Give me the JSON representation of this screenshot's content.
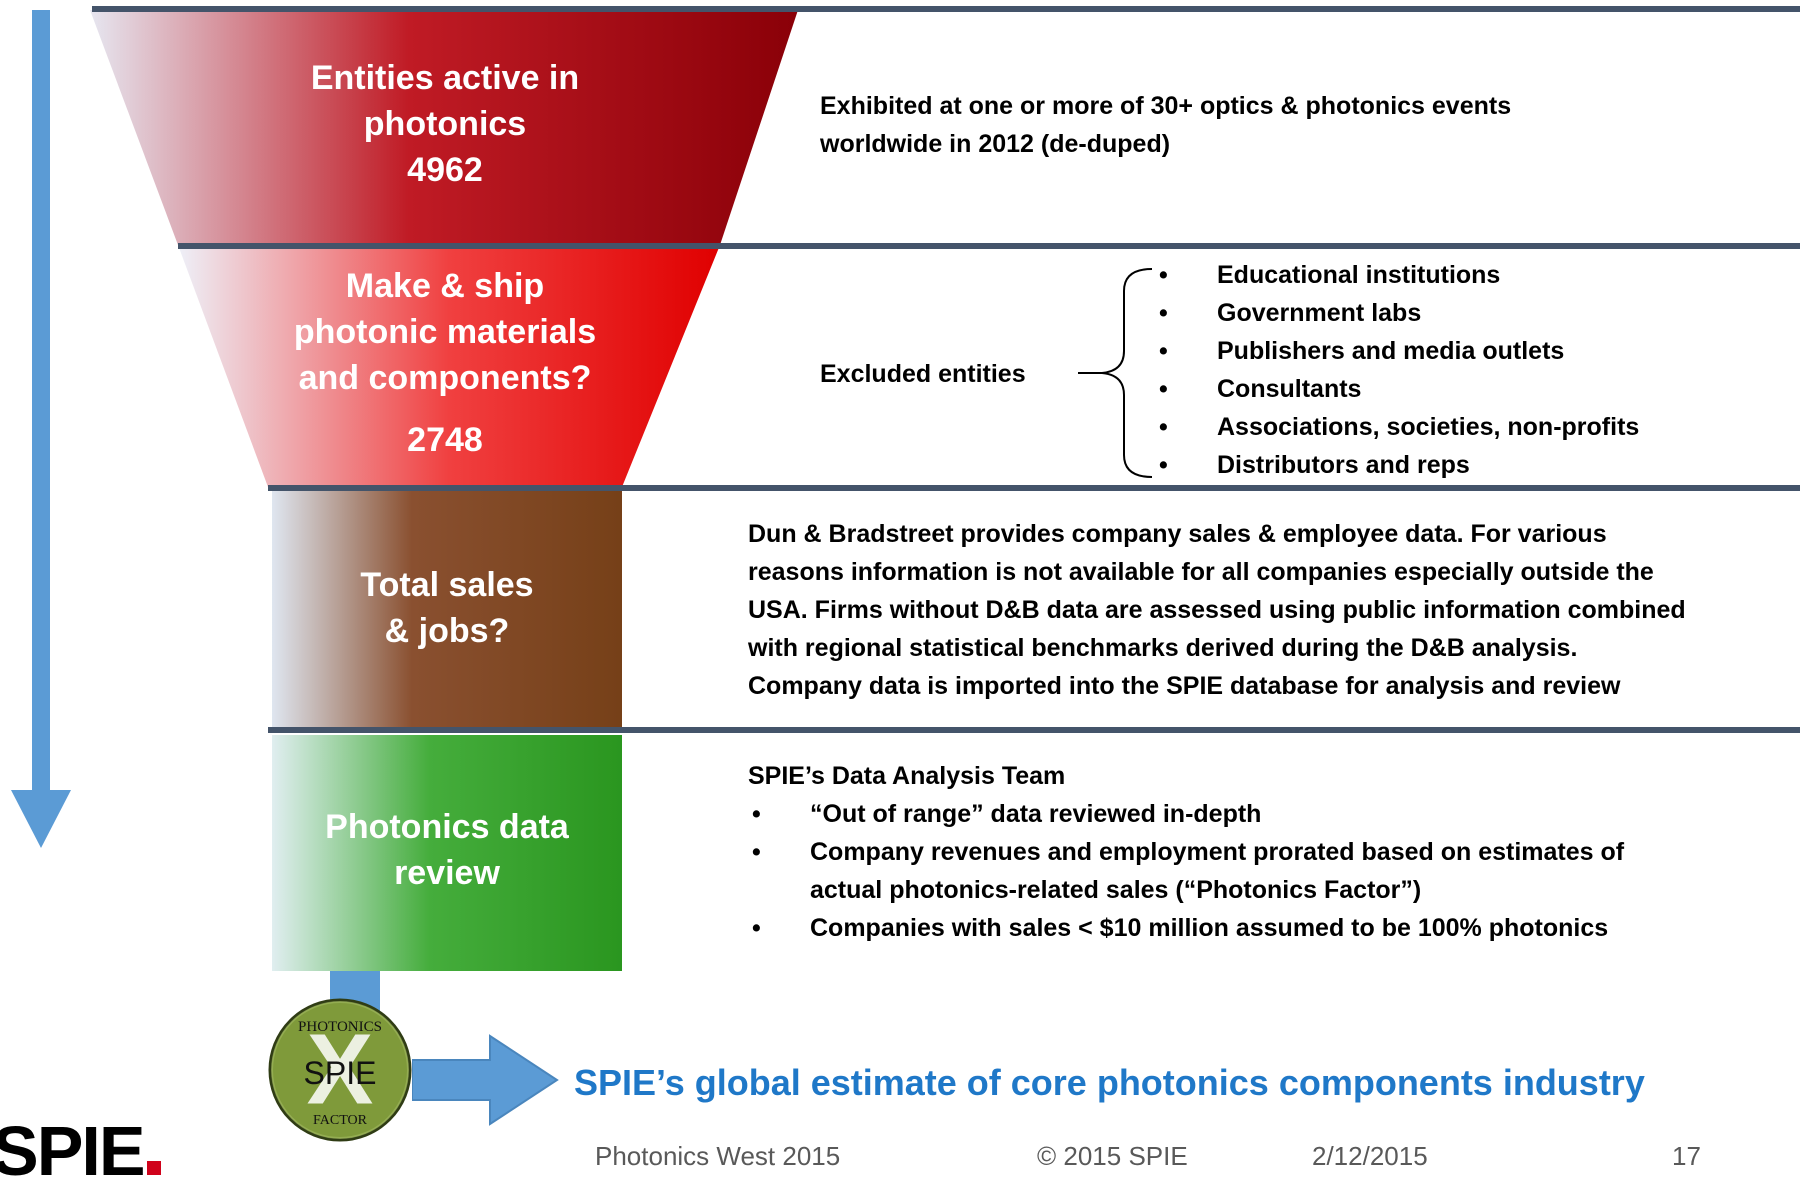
{
  "colors": {
    "separator": "#44546a",
    "arrow": "#5b9bd5",
    "stage1": "#a20a0f",
    "stage2": "#e50000",
    "stage3": "#7a4420",
    "stage4": "#2a9a22",
    "result_text": "#1f78c8",
    "badge": "#7f9a3a"
  },
  "funnel": {
    "stage1": {
      "line1": "Entities active in",
      "line2": "photonics",
      "count": "4962"
    },
    "stage2": {
      "line1": "Make & ship",
      "line2": "photonic materials",
      "line3": "and components?",
      "count": "2748"
    },
    "stage3": {
      "line1": "Total sales",
      "line2": "& jobs?"
    },
    "stage4": {
      "line1": "Photonics data",
      "line2": "review"
    }
  },
  "descriptions": {
    "stage1": {
      "line1": "Exhibited at one or more of 30+ optics & photonics events",
      "line2": "worldwide in 2012 (de-duped)"
    },
    "stage2": {
      "label": "Excluded entities",
      "items": [
        "Educational institutions",
        "Government labs",
        "Publishers and media outlets",
        "Consultants",
        "Associations, societies, non-profits",
        "Distributors and reps"
      ]
    },
    "stage3": {
      "lines": [
        "Dun & Bradstreet provides company sales & employee data. For various",
        "reasons information is not available for all companies especially outside the",
        "USA. Firms without D&B data are assessed using public information combined",
        "with regional statistical benchmarks derived during the D&B analysis.",
        "Company data is imported into the SPIE database for analysis and review"
      ]
    },
    "stage4": {
      "title": "SPIE’s Data Analysis Team",
      "item1": "“Out of range” data reviewed in-depth",
      "item2_line1": "Company revenues and employment prorated based on estimates of",
      "item2_line2": "actual photonics-related sales  (“Photonics Factor”)",
      "item3": "Companies with sales < $10 million assumed to be 100% photonics"
    }
  },
  "badge": {
    "top_text": "PHOTONICS",
    "letter": "X",
    "center_text": "SPIE",
    "bottom_text": "FACTOR"
  },
  "result": {
    "text": "SPIE’s global estimate of core photonics components industry"
  },
  "logo": {
    "text": "SPIE"
  },
  "footer": {
    "event": "Photonics West 2015",
    "copyright": "© 2015 SPIE",
    "date": "2/12/2015",
    "page": "17"
  }
}
